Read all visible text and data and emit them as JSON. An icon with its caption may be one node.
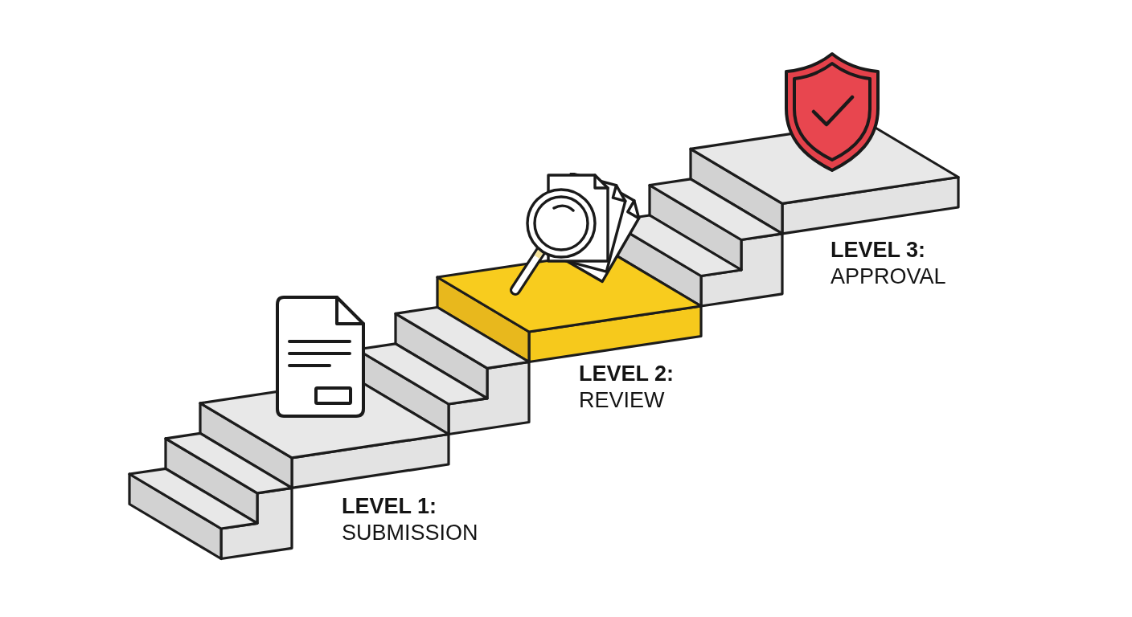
{
  "diagram": {
    "labels": [
      "**LEVEL 1:** SUBMISSION",
      "**LEVEL 2:** REVIEW",
      "**LEVEL 3:** APPROVAL"
    ]
  }
}
